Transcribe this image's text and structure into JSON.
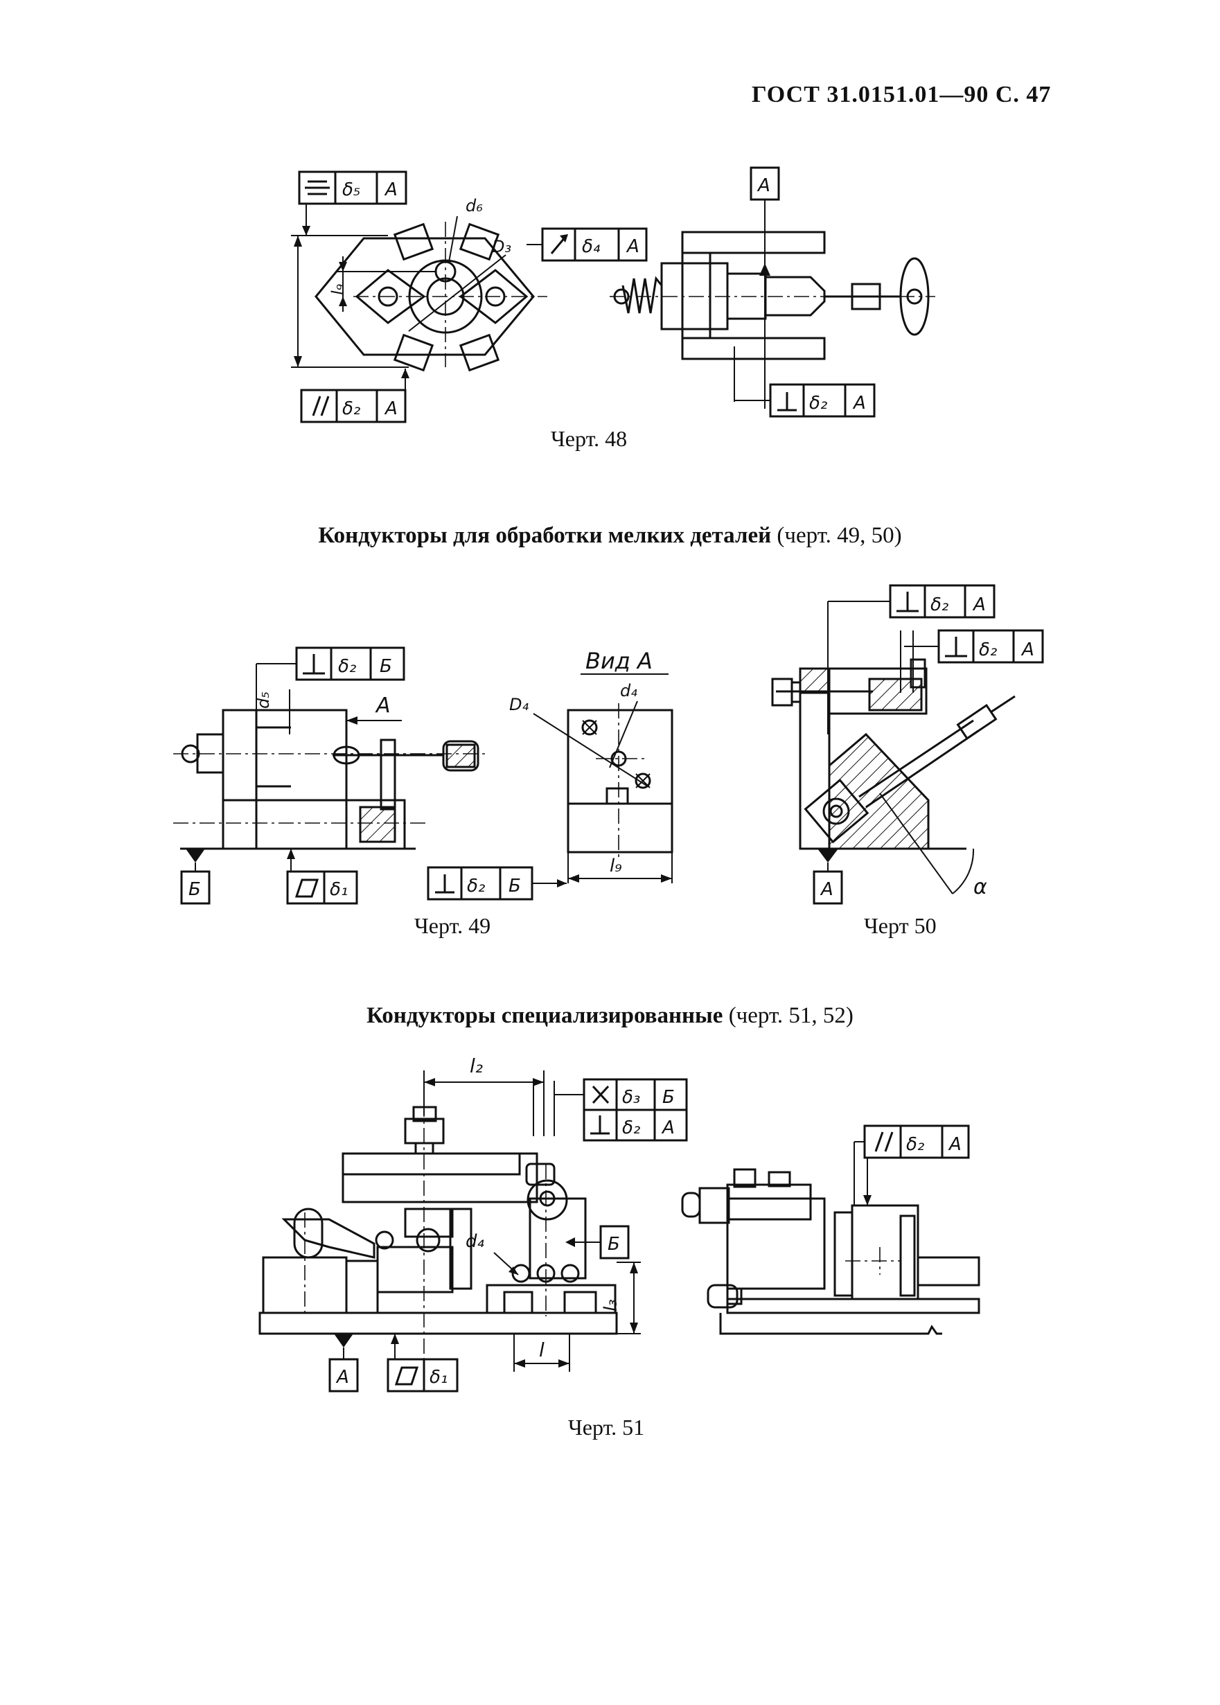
{
  "header": "ГОСТ 31.0151.01—90 С. 47",
  "captions": {
    "fig48": "Черт. 48",
    "fig49": "Черт. 49",
    "fig50": "Черт  50",
    "fig51": "Черт. 51"
  },
  "sections": {
    "small_parts": {
      "bold": "Кондукторы для обработки мелких деталей",
      "ref": "(черт. 49, 50)"
    },
    "specialized": {
      "bold": "Кондукторы специализированные",
      "ref": "(черт. 51, 52)"
    }
  },
  "labels": {
    "A": "А",
    "B": "Б",
    "alpha": "α",
    "d6": "d₆",
    "D3": "D₃",
    "l9": "l₉",
    "d5": "d₅",
    "D4": "D₄",
    "d4": "d₄",
    "vid_a": "Вид А",
    "l2": "l₂",
    "l3": "l₃",
    "l": "l",
    "delta1": "δ₁",
    "delta2": "δ₂",
    "delta3": "δ₃",
    "delta4": "δ₄",
    "delta5": "δ₅"
  },
  "icons": {
    "symmetry": "symmetry-symbol-icon",
    "runout": "radial-runout-symbol-icon",
    "parallel": "parallelism-symbol-icon",
    "perpendicular": "perpendicularity-symbol-icon",
    "flatness": "flatness-symbol-icon",
    "position": "position-cross-symbol-icon",
    "datum": "datum-triangle-icon"
  }
}
